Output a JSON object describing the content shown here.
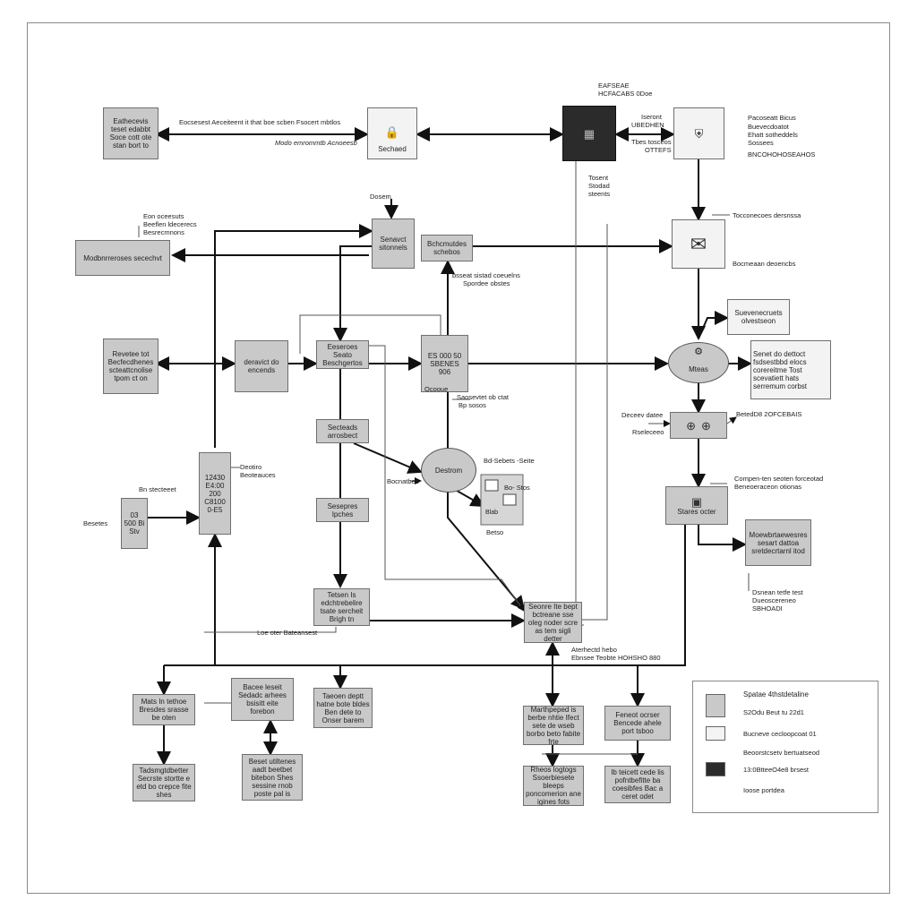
{
  "nodes": {
    "n_tl": "Eathecevis teset edabbt Soce cott ote stan bort to",
    "n_lock": "Sechaed",
    "n_left_top": "Modbnrreroses secechvt",
    "n_dispatch": "Senavct sitonnels",
    "n_sched": "Bchcmutdes schebos",
    "n_left_mid": "Revetee tot Becfecdhenes scteattcnolise tpom ct on",
    "n_center_left": "deravict do encends",
    "n_center": "Eeseroes Seato Beschgertos",
    "n_queue": "ES 000 50 SBENES 906",
    "n_select": "Secteads arrosbect",
    "n_sel2": "Sesepres Ipches",
    "n_counter": "12430 E4:00 200 C8100 0-E5",
    "n_lp": "03 500 Bi Stv",
    "n_mid_low": "Tetsen Is edchtrebelire tsate sercheit Brigh tn",
    "n_bot_center": "Seonre Ite bept bctreane sse oleg noder scre as tem sigli detter",
    "n_bl1": "Mats In tethoe Bresdes srasse be oten",
    "n_bl1b": "Tadsmgtdbetter Secrste stortte e etd bo crepce fite shes",
    "n_bl2": "Bacee leseit Sedadc arhees bsisitt eite forebon",
    "n_bl2b": "Beset utiltenes aadt beetbet bitebon Shes sessine rnob poste pal is",
    "n_bl3": "Taeoen deptt hatne bote bldes Ben dete to Onser barem",
    "n_br1": "Marthpeped is berbe nhtie Ifect sete de wseb borbo beto fabite frte",
    "n_br1b": "Rheos logtogs Ssoerbiesete bleeps poncomerion ane igines fots",
    "n_br2": "Feneot ocrser Bencede ahele port tsboo",
    "n_br2b": "Ib teicett cede lis pofntbefitte ba coesibfes Bac a ceret odet",
    "n_mail_note": "Suevenecruets olvestseon",
    "n_right_detail": "Senet do dettoct fsdsestbbd elocs corereitme Tost scevatiett hats serremum corbst",
    "n_dist": "Stares octer",
    "n_right_low": "Moewbrtaewesres sesart dattoa sretdecrtarnl itod",
    "e_main": "Mteas",
    "e_sched": "Destrom",
    "e_mini": "Blab"
  },
  "labels": {
    "l1": "Eocsesest Aeceiteent it that boe scben Fsocert mbtlos",
    "l2": "Modo emrommtb Acnoeesb",
    "l3": "EAFSEAE",
    "l4": "HCFACABS 0Doe",
    "l5": "Tosent",
    "l6": "Stodad",
    "l7": "steents",
    "l8": "Iseront",
    "l9": "UBEDHEN",
    "l10": "Tbes tosceos",
    "l11": "OTTEFS",
    "l12": "Pacoseatt Bicus",
    "l13": "Buevecdoatot",
    "l14": "Ehatt sotheddels",
    "l15": "Sossees",
    "l16": "BNCOHOHOSEAHOS",
    "l17": "Eon oceesuts",
    "l18": "Beeflen ldecerecs",
    "l19": "Besrecmnons",
    "l20": "Dosem",
    "l21": "Tocconecoes dersnssa",
    "l22": "Bocmeaan deoencbs",
    "l23": "bsseat sistad coeuelns",
    "l24": "Spordee obstes",
    "l25": "Saosevtet ob ctat",
    "l26": "Bp sosos",
    "l27": "Ocooue",
    "l28": "Deotiro",
    "l29": "Beoteauces",
    "l30": "Bn stecteeet",
    "l31": "Besetes",
    "l32": "Deceev datee",
    "l33": "Rseleceeo",
    "l34": "BetedD8 2OFCEBAIS",
    "l35": "Compen-ten seoten forceotad",
    "l36": "Beneoeraceon otionas",
    "l37": "Dsnean tetfe test",
    "l38": "Dueoscereneo",
    "l39": "SBHOADI",
    "l40": "Loe oter Bateansest",
    "l41": "Aterhectd hebo",
    "l42": "Ebnsee Teobte HOHSHO 880",
    "l43": "Bd-Sebets -Seite",
    "l44": "Bocnatbes",
    "l45": "Bo- Stos",
    "l46": "Betso"
  },
  "legend": {
    "title": "Spatae 4thstdetaline",
    "items": [
      {
        "swatch": "gray",
        "text": "S2Odu Beut tu 22d1",
        "color": "#c9c9c9"
      },
      {
        "swatch": "white",
        "text": "Bucneve cecloopcoat 01",
        "color": "#f3f3f3"
      },
      {
        "swatch": "none",
        "text": "Beoorstcsetv bertuatseod",
        "color": "#ffffff"
      },
      {
        "swatch": "dark",
        "text": "13:0BtteeO4e8 brsest",
        "color": "#2b2b2b"
      },
      {
        "swatch": "none",
        "text": "Ioose portdea",
        "color": "#ffffff"
      }
    ]
  },
  "icons": {
    "lock": "lock-icon",
    "camera": "device-icon",
    "shield": "shield-icon",
    "mail": "envelope-icon",
    "gear": "gear-icon",
    "server": "server-icon"
  },
  "colors": {
    "node": "#c9c9c9",
    "dark": "#2b2b2b",
    "line": "#1a1a1a",
    "border": "#8a8a8a"
  }
}
